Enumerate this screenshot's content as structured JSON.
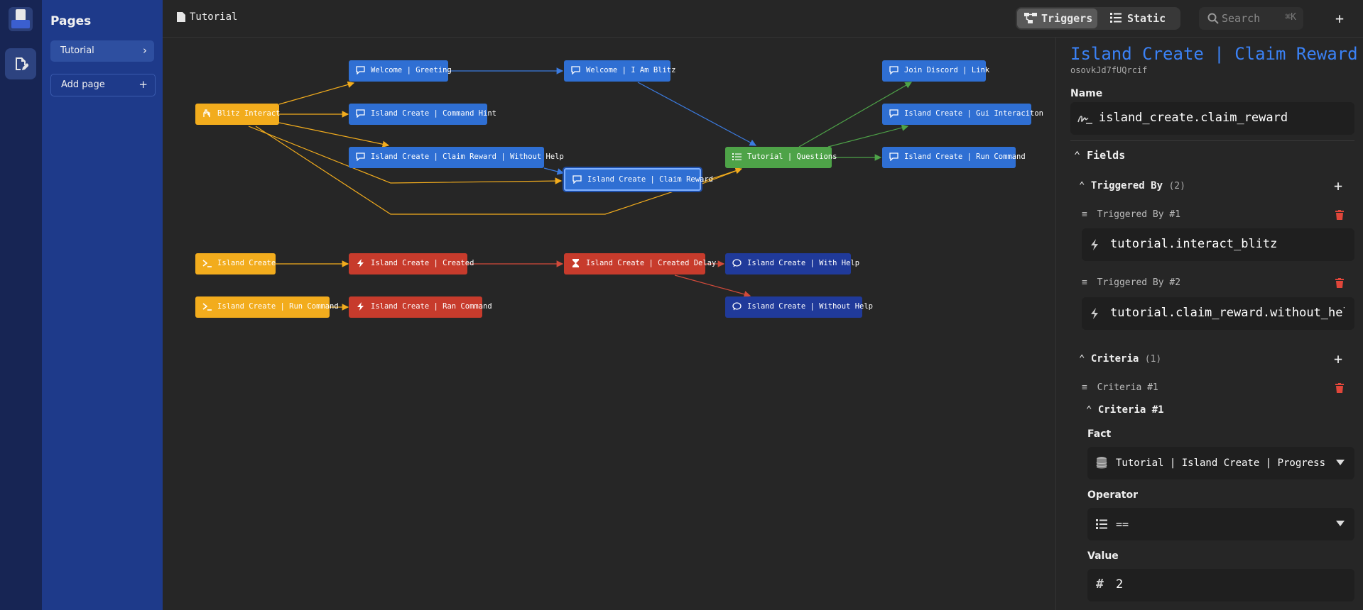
{
  "sidebar": {
    "title": "Pages",
    "pages": [
      {
        "label": "Tutorial"
      }
    ],
    "add_page_label": "Add page"
  },
  "topbar": {
    "document_title": "Tutorial",
    "triggers_label": "Triggers",
    "static_label": "Static",
    "search_placeholder": "Search",
    "search_shortcut": "⌘K"
  },
  "graph": {
    "nodes": [
      {
        "label": "Welcome | Greeting",
        "color": "#2f6fd3"
      },
      {
        "label": "Welcome | I Am Blitz",
        "color": "#2f6fd3"
      },
      {
        "label": "Join Discord | Link",
        "color": "#2f6fd3"
      },
      {
        "label": "Blitz Interact",
        "color": "#f2ac1d"
      },
      {
        "label": "Island Create | Command Hint",
        "color": "#2f6fd3"
      },
      {
        "label": "Island Create | Gui Interaciton",
        "color": "#2f6fd3"
      },
      {
        "label": "Island Create | Claim Reward | Without Help",
        "color": "#2f6fd3"
      },
      {
        "label": "Tutorial | Questions",
        "color": "#4ea348"
      },
      {
        "label": "Island Create | Run Command",
        "color": "#2f6fd3"
      },
      {
        "label": "Island Create | Claim Reward",
        "color": "#2f6fd3"
      },
      {
        "label": "Island Create",
        "color": "#f2ac1d"
      },
      {
        "label": "Island Create | Created",
        "color": "#c73b2c"
      },
      {
        "label": "Island Create | Created Delay",
        "color": "#c73b2c"
      },
      {
        "label": "Island Create | With Help",
        "color": "#203a9a"
      },
      {
        "label": "Island Create | Run Command",
        "color": "#f2ac1d"
      },
      {
        "label": "Island Create | Ran Command",
        "color": "#c73b2c"
      },
      {
        "label": "Island Create | Without Help",
        "color": "#203a9a"
      }
    ]
  },
  "panel": {
    "title": "Island Create | Claim Reward",
    "id": "osovkJd7fUQrcif",
    "name_label": "Name",
    "name_value": "island_create.claim_reward",
    "fields_label": "Fields",
    "triggered_by": {
      "label": "Triggered By",
      "count": "(2)",
      "items": [
        {
          "label": "Triggered By #1",
          "value": "tutorial.interact_blitz"
        },
        {
          "label": "Triggered By #2",
          "value": "tutorial.claim_reward.without_help"
        }
      ]
    },
    "criteria": {
      "label": "Criteria",
      "count": "(1)",
      "item_label": "Criteria #1",
      "group_label": "Criteria #1",
      "fact_label": "Fact",
      "fact_value": "Tutorial | Island Create | Progress",
      "operator_label": "Operator",
      "operator_value": "==",
      "value_label": "Value",
      "value_value": "2"
    }
  },
  "colors": {
    "accent": "#3b82f6",
    "delete": "#e0463a",
    "yellow_edge": "#f2ac1d",
    "blue_edge": "#3b7be0",
    "green_edge": "#4ea348",
    "red_edge": "#d24a3a"
  }
}
